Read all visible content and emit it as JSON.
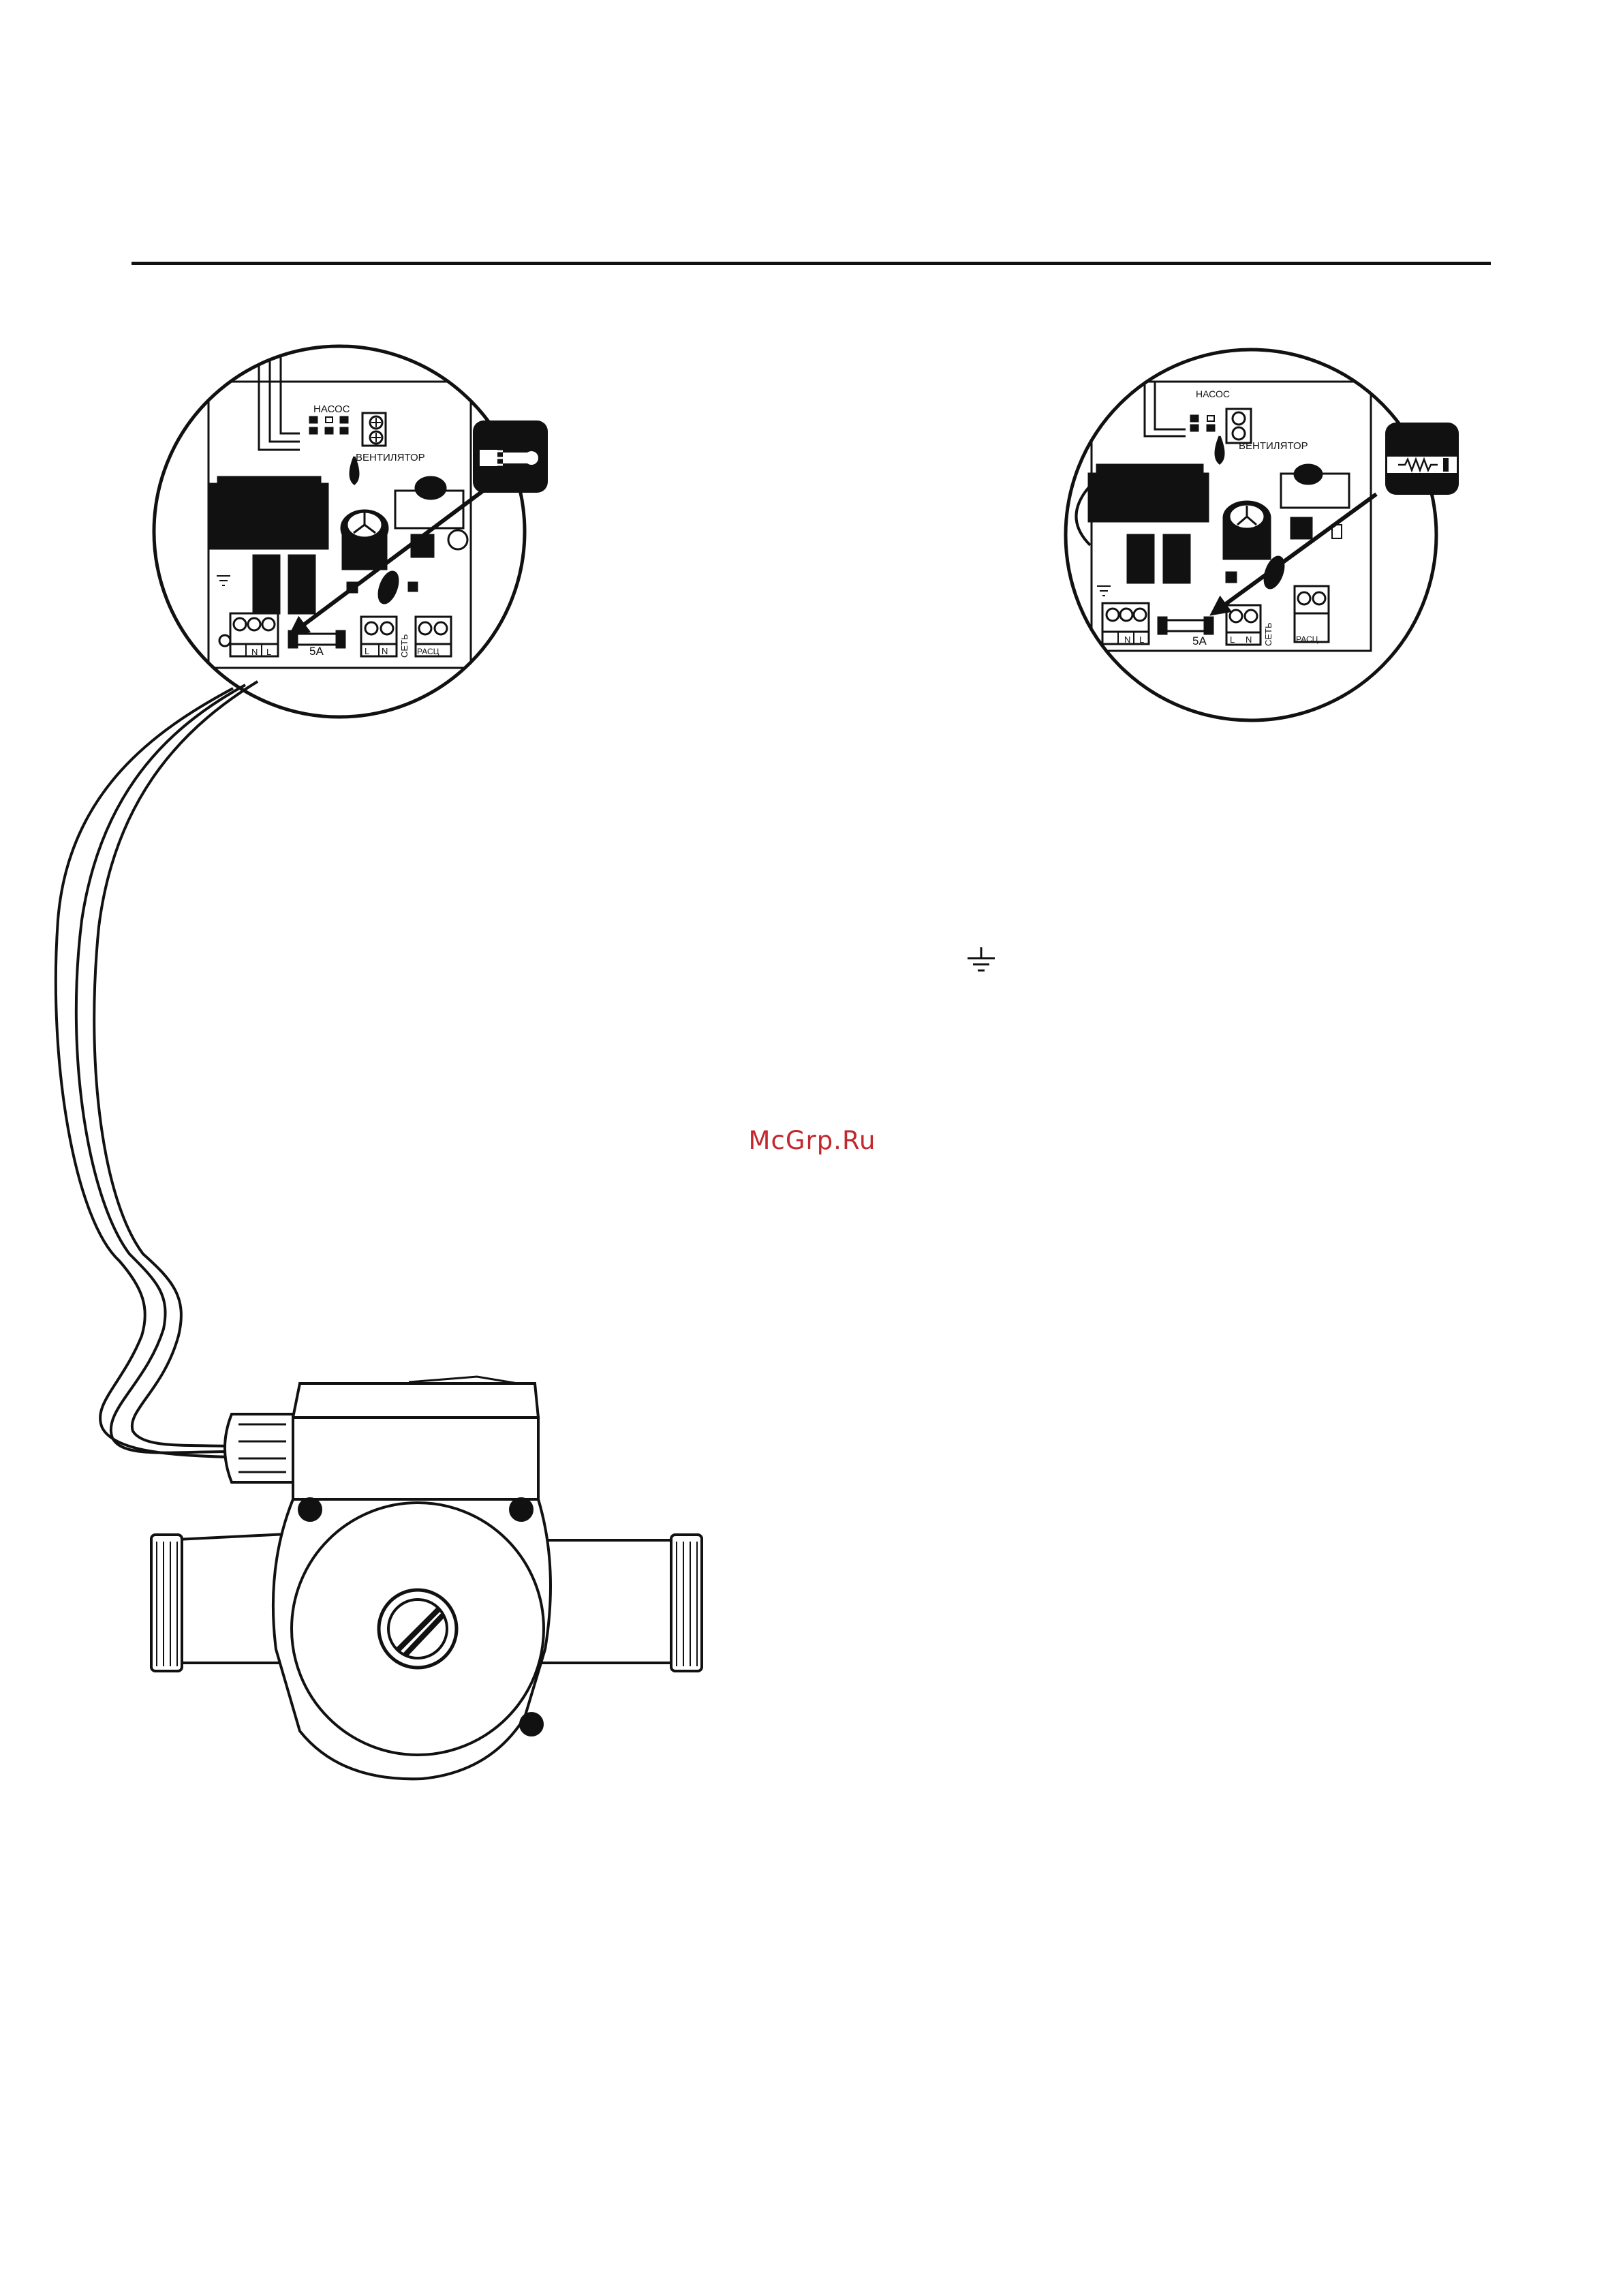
{
  "watermark": "McGrp.Ru",
  "board": {
    "pump_label": "НАСОС",
    "fan_label": "ВЕНТИЛЯТОР",
    "fuse_label": "5A",
    "terminal_n": "N",
    "terminal_l": "L",
    "network_label": "СЕТЬ",
    "flow_label": "РАСЦ"
  },
  "icons": {
    "left_badge": "plug-connector-icon",
    "right_badge": "fuse-resistor-icon",
    "ground": "ground-symbol-icon"
  },
  "colors": {
    "ink": "#111111",
    "watermark": "#c2272d",
    "background": "#ffffff"
  }
}
